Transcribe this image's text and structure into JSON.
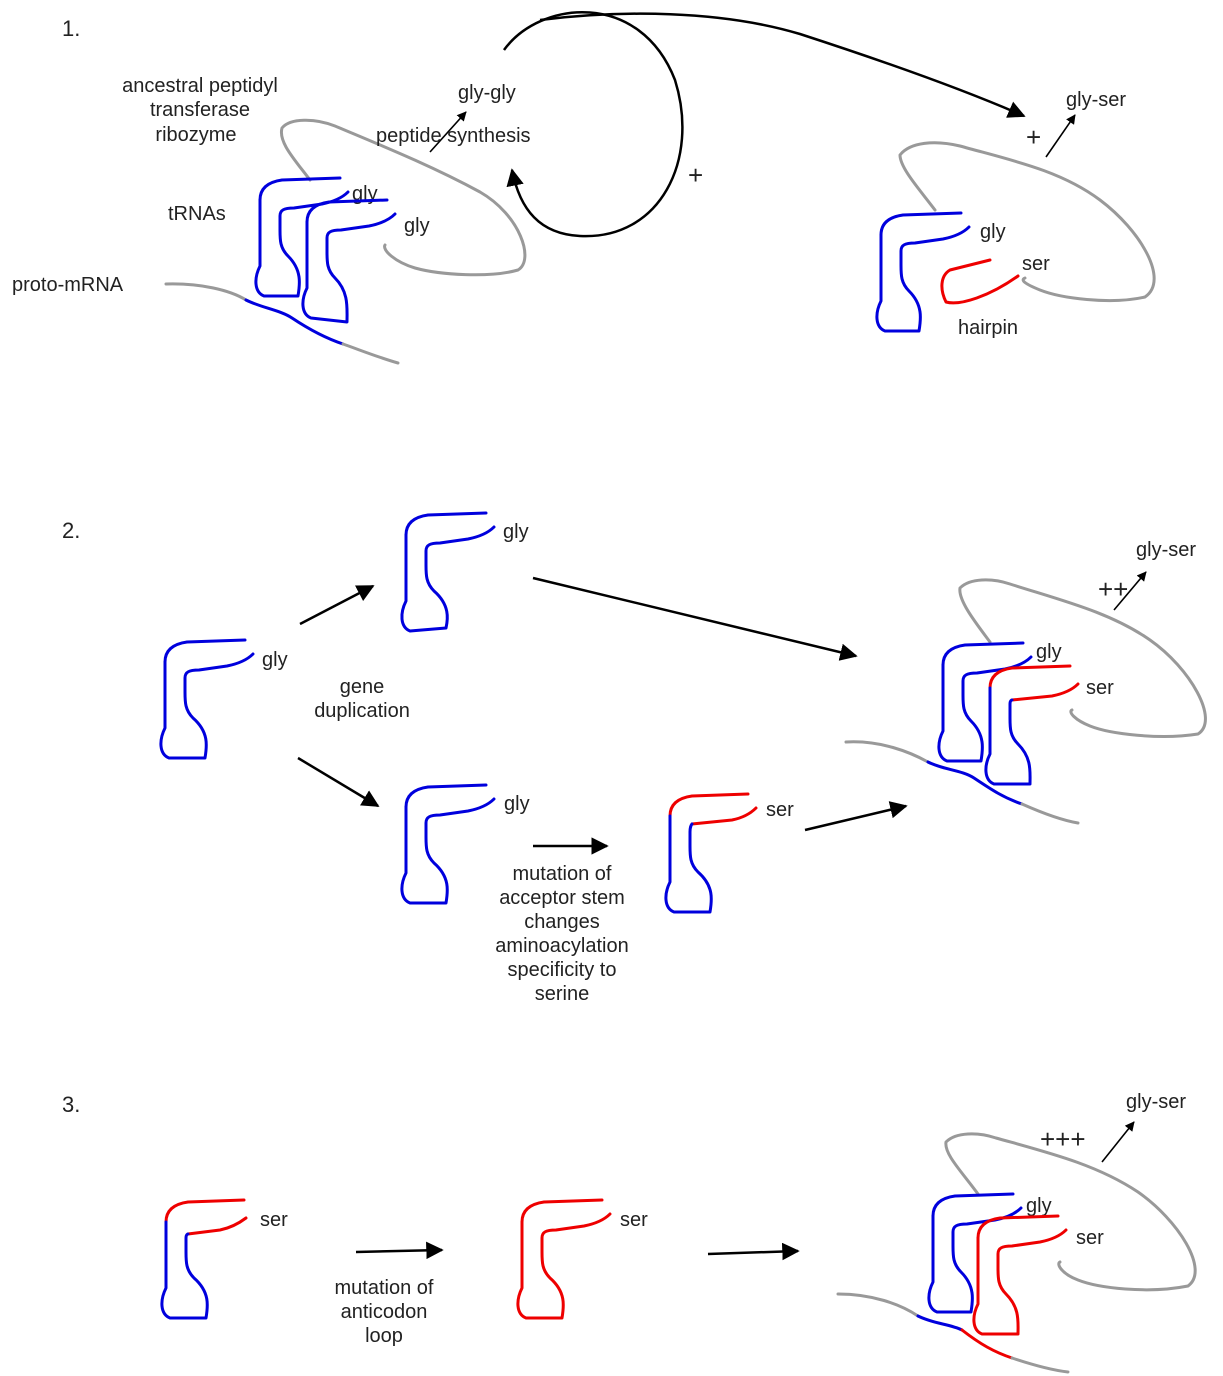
{
  "colors": {
    "trna_gly": "#0000dd",
    "trna_ser": "#ee0000",
    "ribozyme": "#999999",
    "arrow": "#000000"
  },
  "panel1": {
    "number": "1.",
    "ribozyme_label": [
      "ancestral peptidyl",
      "transferase",
      "ribozyme"
    ],
    "trnas_label": "tRNAs",
    "mrna_label": "proto-mRNA",
    "trna1_aa": "gly",
    "trna2_aa": "gly",
    "product": "gly-gly",
    "synthesis_label": "peptide synthesis",
    "loop_plus": "+",
    "right_plus": "+",
    "right_product": "gly-ser",
    "right_trna_aa": "gly",
    "hairpin_aa": "ser",
    "hairpin_label": "hairpin"
  },
  "panel2": {
    "number": "2.",
    "source_aa": "gly",
    "dup_label": [
      "gene",
      "duplication"
    ],
    "top_copy_aa": "gly",
    "bottom_copy_aa": "gly",
    "mutated_aa": "ser",
    "mutation_label": [
      "mutation of",
      "acceptor stem",
      "changes",
      "aminoacylation",
      "specificity to",
      "serine"
    ],
    "result_plus": "++",
    "result_product": "gly-ser",
    "result_gly": "gly",
    "result_ser": "ser"
  },
  "panel3": {
    "number": "3.",
    "start_aa": "ser",
    "mutation_label": [
      "mutation of",
      "anticodon",
      "loop"
    ],
    "mid_aa": "ser",
    "result_plus": "+++",
    "result_product": "gly-ser",
    "result_gly": "gly",
    "result_ser": "ser"
  }
}
